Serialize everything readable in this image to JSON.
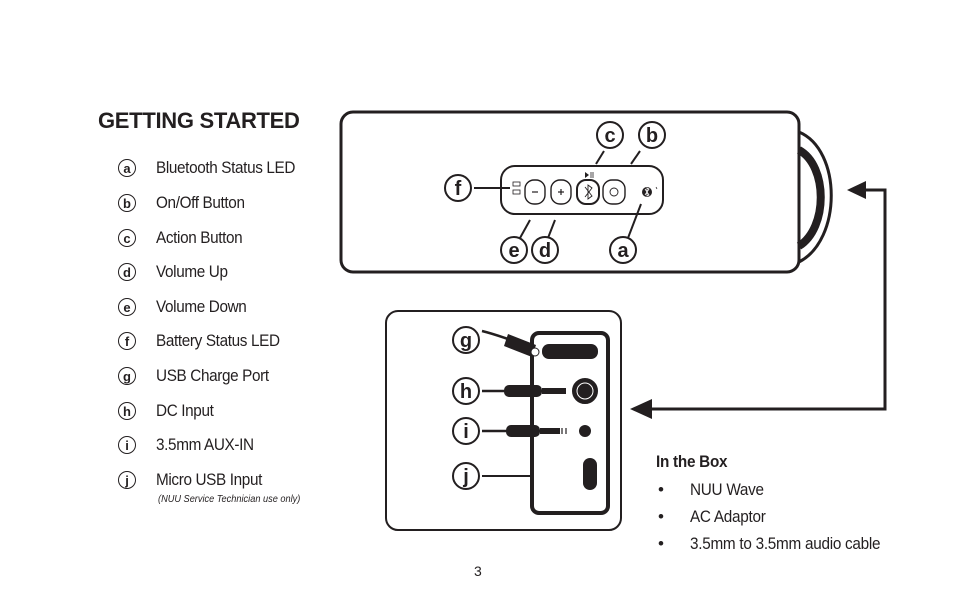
{
  "heading": "GETTING STARTED",
  "legend": [
    {
      "letter": "a",
      "label": "Bluetooth Status LED"
    },
    {
      "letter": "b",
      "label": "On/Off Button"
    },
    {
      "letter": "c",
      "label": "Action Button"
    },
    {
      "letter": "d",
      "label": "Volume Up"
    },
    {
      "letter": "e",
      "label": "Volume Down"
    },
    {
      "letter": "f",
      "label": "Battery Status LED"
    },
    {
      "letter": "g",
      "label": "USB Charge Port"
    },
    {
      "letter": "h",
      "label": "DC Input"
    },
    {
      "letter": "i",
      "label": "3.5mm AUX-IN"
    },
    {
      "letter": "j",
      "label": "Micro USB Input"
    }
  ],
  "legend_note": "(NUU Service Technician use only)",
  "in_the_box": {
    "title": "In the Box",
    "bullet": "•",
    "items": [
      "NUU Wave",
      "AC Adaptor",
      "3.5mm to 3.5mm audio cable"
    ]
  },
  "diagram_callouts": {
    "top": [
      "c",
      "b",
      "f",
      "e",
      "d",
      "a"
    ],
    "side": [
      "g",
      "h",
      "i",
      "j"
    ]
  },
  "page_number": "3"
}
